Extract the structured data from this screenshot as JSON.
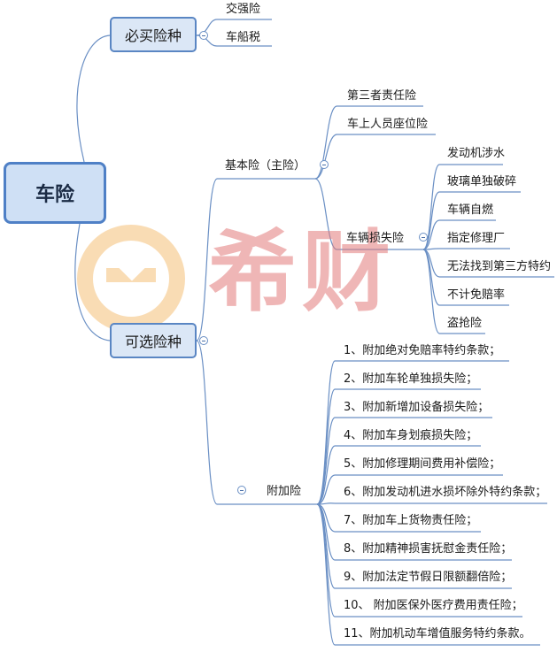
{
  "root": {
    "label": "车险"
  },
  "required": {
    "label": "必买险种",
    "items": [
      "交强险",
      "车船税"
    ]
  },
  "optional": {
    "label": "可选险种",
    "basic": {
      "label": "基本险（主险）",
      "items": [
        "第三者责任险",
        "车上人员座位险"
      ],
      "loss": {
        "label": "车辆损失险",
        "items": [
          "发动机涉水",
          "玻璃单独破碎",
          "车辆自燃",
          "指定修理厂",
          "无法找到第三方特约",
          "不计免赔率",
          "盗抢险"
        ]
      }
    },
    "additional": {
      "label": "附加险",
      "items": [
        "1、附加绝对免赔率特约条款；",
        "2、附加车轮单独损失险；",
        "3、附加新增加设备损失险；",
        "4、附加车身划痕损失险；",
        "5、附加修理期间费用补偿险；",
        "6、附加发动机进水损坏除外特约条款；",
        "7、附加车上货物责任险；",
        "8、附加精神损害抚慰金责任险；",
        "9、附加法定节假日限额翻倍险；",
        "10、 附加医保外医疗费用责任险；",
        "11、附加机动车增值服务特约条款。"
      ]
    }
  },
  "watermark": {
    "text": "希财",
    "colors": {
      "ring": "#f3b25b",
      "text": "#e37c7c"
    }
  },
  "colors": {
    "line": "#6a8fc4",
    "node_fill": "#dbe7f6",
    "node_border": "#5a86c3"
  }
}
